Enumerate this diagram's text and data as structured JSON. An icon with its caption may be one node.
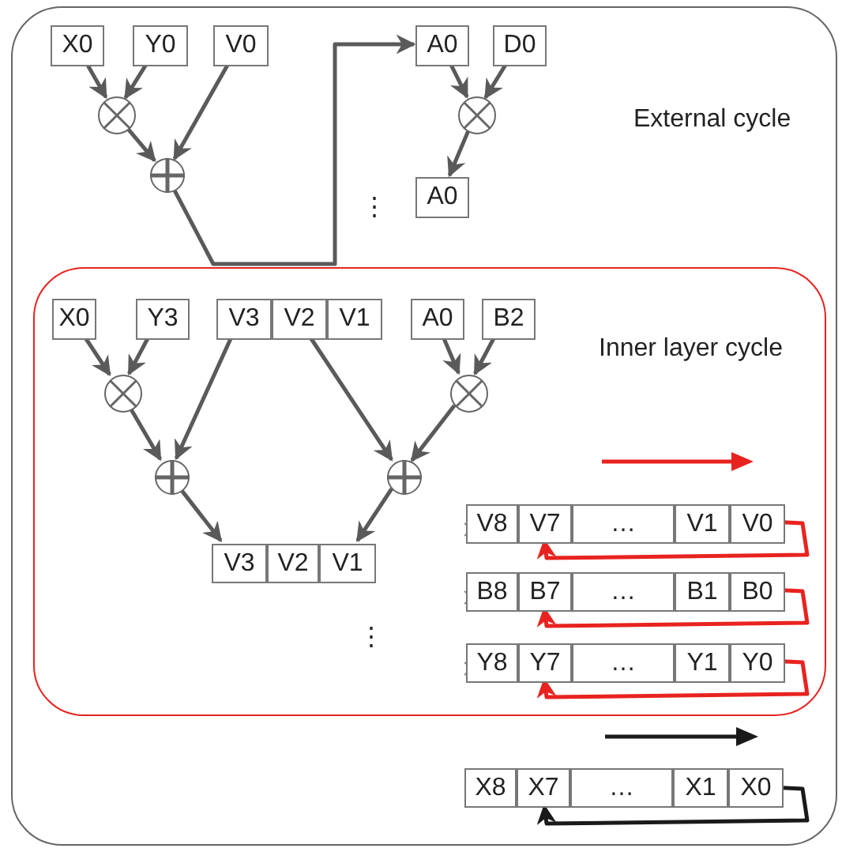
{
  "diagram": {
    "nodes": [
      {
        "text": [
          "External cycle"
        ]
      },
      {
        "text": [
          "X0"
        ],
        "in": 0
      },
      {
        "text": [
          "Y0"
        ],
        "in": 0
      },
      {
        "text": [
          "V0"
        ],
        "in": 0
      },
      {
        "text": [],
        "shape": "circle",
        "in": 0
      },
      {
        "text": [],
        "shape": "circle",
        "in": 0
      },
      {
        "text": [
          "A0"
        ],
        "in": 0
      },
      {
        "text": [
          "D0"
        ],
        "in": 0
      },
      {
        "text": [],
        "shape": "circle",
        "in": 0
      },
      {
        "text": [
          "A0"
        ],
        "in": 0
      },
      {
        "text": [
          "Inner layer cycle"
        ],
        "in": 0
      },
      {
        "text": [
          "X0"
        ],
        "in": 10
      },
      {
        "text": [
          "Y3"
        ],
        "in": 10
      },
      {
        "text": [
          "V3"
        ],
        "in": 10
      },
      {
        "text": [
          "V2"
        ],
        "in": 10
      },
      {
        "text": [
          "V1"
        ],
        "in": 10
      },
      {
        "text": [
          "A0"
        ],
        "in": 10
      },
      {
        "text": [
          "B2"
        ],
        "in": 10
      },
      {
        "text": [],
        "shape": "circle",
        "in": 10
      },
      {
        "text": [],
        "shape": "circle",
        "in": 10
      },
      {
        "text": [],
        "shape": "circle",
        "in": 10
      },
      {
        "text": [],
        "shape": "circle",
        "in": 10
      },
      {
        "text": [
          "V3"
        ],
        "in": 10
      },
      {
        "text": [
          "V2"
        ],
        "in": 10
      },
      {
        "text": [
          "V1"
        ],
        "in": 10
      },
      {
        "text": [
          "V8"
        ],
        "in": 10
      },
      {
        "text": [
          "V7"
        ],
        "in": 10
      },
      {
        "text": [
          "…"
        ],
        "in": 10
      },
      {
        "text": [
          "V1"
        ],
        "in": 10
      },
      {
        "text": [
          "V0"
        ],
        "in": 10
      },
      {
        "text": [
          "B8"
        ],
        "in": 10
      },
      {
        "text": [
          "B7"
        ],
        "in": 10
      },
      {
        "text": [
          "…"
        ],
        "in": 10
      },
      {
        "text": [
          "B1"
        ],
        "in": 10
      },
      {
        "text": [
          "B0"
        ],
        "in": 10
      },
      {
        "text": [
          "Y8"
        ],
        "in": 10
      },
      {
        "text": [
          "Y7"
        ],
        "in": 10
      },
      {
        "text": [
          "…"
        ],
        "in": 10
      },
      {
        "text": [
          "Y1"
        ],
        "in": 10
      },
      {
        "text": [
          "Y0"
        ],
        "in": 10
      },
      {
        "text": [
          "X8"
        ],
        "in": 0
      },
      {
        "text": [
          "X7"
        ],
        "in": 0
      },
      {
        "text": [
          "…"
        ],
        "in": 0
      },
      {
        "text": [
          "X1"
        ],
        "in": 0
      },
      {
        "text": [
          "X0"
        ],
        "in": 0
      }
    ],
    "edges": [
      {
        "from": 1,
        "to": 4,
        "arrow": "to"
      },
      {
        "from": 2,
        "to": 4,
        "arrow": "to"
      },
      {
        "from": 4,
        "to": 5,
        "arrow": "to"
      },
      {
        "from": 3,
        "to": 5,
        "arrow": "to"
      },
      {
        "from": 5,
        "to": 6,
        "arrow": "to"
      },
      {
        "from": 6,
        "to": 8,
        "arrow": "to"
      },
      {
        "from": 7,
        "to": 8,
        "arrow": "to"
      },
      {
        "from": 8,
        "to": 9,
        "arrow": "to"
      },
      {
        "from": 11,
        "to": 18,
        "arrow": "to"
      },
      {
        "from": 12,
        "to": 18,
        "arrow": "to"
      },
      {
        "from": 18,
        "to": 19,
        "arrow": "to"
      },
      {
        "from": 13,
        "to": 19,
        "arrow": "to"
      },
      {
        "from": 14,
        "to": 20,
        "arrow": "to"
      },
      {
        "from": 21,
        "to": 20,
        "arrow": "to"
      },
      {
        "from": 16,
        "to": 21,
        "arrow": "to"
      },
      {
        "from": 17,
        "to": 21,
        "arrow": "to"
      },
      {
        "from": 19,
        "to": 22,
        "arrow": "to"
      },
      {
        "from": 20,
        "to": 24,
        "arrow": "to"
      },
      {
        "from": 29,
        "to": 26,
        "arrow": "to",
        "color": "#e8231f"
      },
      {
        "from": 34,
        "to": 31,
        "arrow": "to",
        "color": "#e8231f"
      },
      {
        "from": 39,
        "to": 36,
        "arrow": "to",
        "color": "#e8231f"
      },
      {
        "from": 44,
        "to": 41,
        "arrow": "to",
        "color": "#1a1a1a"
      }
    ],
    "labels": [
      "⋮",
      "⋮"
    ]
  }
}
